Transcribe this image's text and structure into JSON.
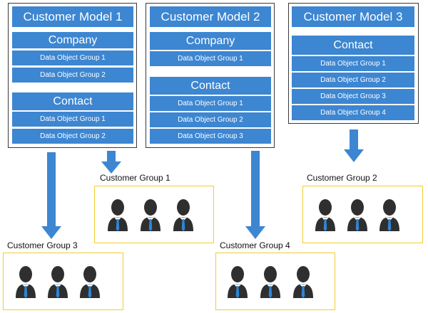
{
  "colors": {
    "box_blue": "#3d86d1",
    "group_border": "#f2cc2f",
    "model_border": "#3a3a3a",
    "person_dark": "#2f2f2f",
    "tie_blue": "#2f86d6"
  },
  "models": [
    {
      "title": "Customer Model 1",
      "sections": [
        {
          "label": "Company",
          "items": [
            "Data Object Group 1",
            "Data Object Group 2"
          ]
        },
        {
          "label": "Contact",
          "items": [
            "Data Object Group 1",
            "Data Object Group 2"
          ]
        }
      ]
    },
    {
      "title": "Customer Model 2",
      "sections": [
        {
          "label": "Company",
          "items": [
            "Data Object Group 1"
          ]
        },
        {
          "label": "Contact",
          "items": [
            "Data Object Group 1",
            "Data Object Group 2",
            "Data Object Group 3"
          ]
        }
      ]
    },
    {
      "title": "Customer Model 3",
      "sections": [
        {
          "label": "Contact",
          "items": [
            "Data Object Group 1",
            "Data Object Group 2",
            "Data Object Group 3",
            "Data Object Group 4"
          ]
        }
      ]
    }
  ],
  "groups": [
    {
      "label": "Customer Group 1",
      "members": 3
    },
    {
      "label": "Customer Group 2",
      "members": 3
    },
    {
      "label": "Customer Group 3",
      "members": 3
    },
    {
      "label": "Customer Group 4",
      "members": 3
    }
  ],
  "arrows": [
    {
      "from": "Customer Model 1",
      "to": "Customer Group 3"
    },
    {
      "from": "Customer Model 1",
      "to": "Customer Group 1"
    },
    {
      "from": "Customer Model 2",
      "to": "Customer Group 4"
    },
    {
      "from": "Customer Model 3",
      "to": "Customer Group 2"
    }
  ]
}
